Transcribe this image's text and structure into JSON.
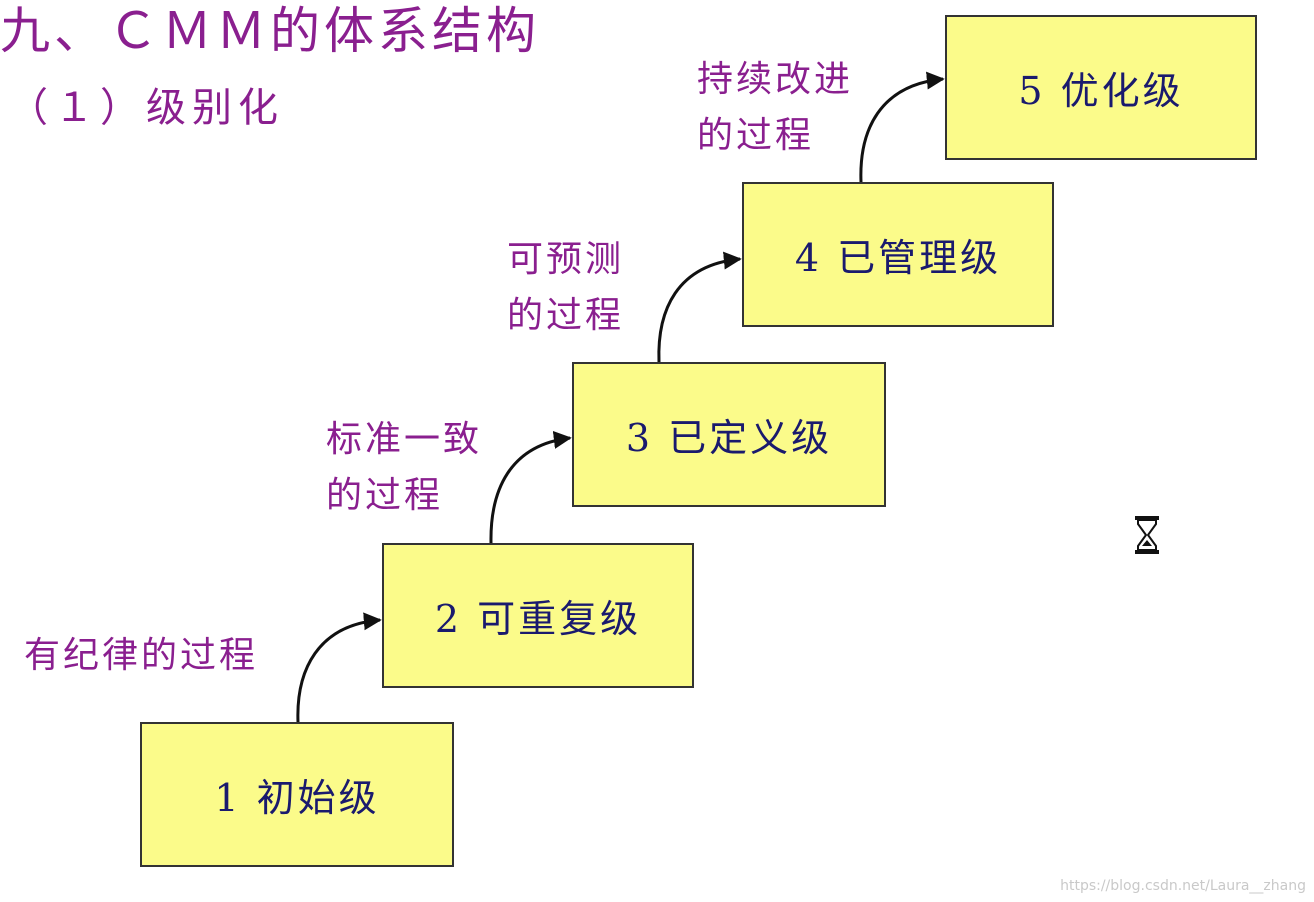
{
  "heading": {
    "title": "九、ＣＭＭ的体系结构",
    "subtitle": "（１）级别化"
  },
  "levels": [
    {
      "label": "1 初始级"
    },
    {
      "label": "2 可重复级"
    },
    {
      "label": "3 已定义级"
    },
    {
      "label": "4 已管理级"
    },
    {
      "label": "5 优化级"
    }
  ],
  "processes": [
    {
      "lines": [
        "有纪律的过程"
      ]
    },
    {
      "lines": [
        "标准一致",
        "的过程"
      ]
    },
    {
      "lines": [
        "可预测",
        "的过程"
      ]
    },
    {
      "lines": [
        "持续改进",
        "的过程"
      ]
    }
  ],
  "colors": {
    "box_fill": "#fbfb8a",
    "box_text": "#1a1a6e",
    "purple_text": "#8a1f8f"
  },
  "watermark": "https://blog.csdn.net/Laura__zhang"
}
